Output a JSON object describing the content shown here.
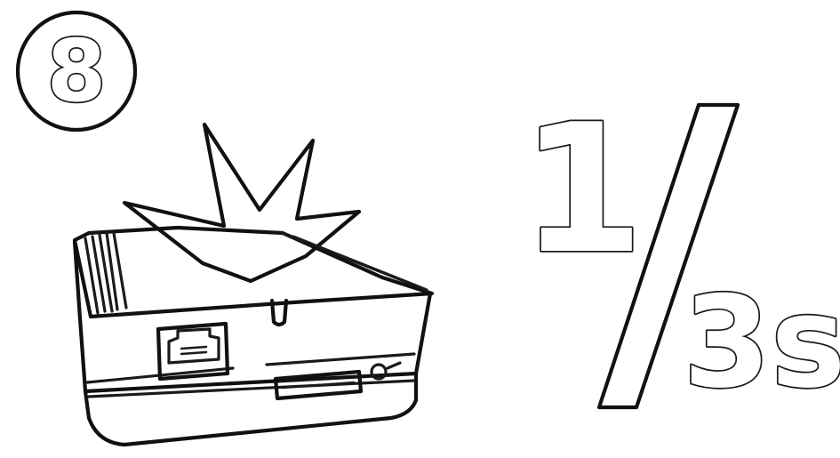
{
  "step": {
    "number": "8"
  },
  "timing": {
    "numerator": "1",
    "denominator": "3s"
  },
  "icons": {
    "step_badge": "circled-number-icon",
    "device": "router-device-icon",
    "flash": "flash-burst-icon",
    "port": "ethernet-port-icon",
    "slot": "card-slot-icon",
    "indicator": "status-led-icon"
  },
  "colors": {
    "ink": "#1a1a1a",
    "background": "#ffffff"
  }
}
